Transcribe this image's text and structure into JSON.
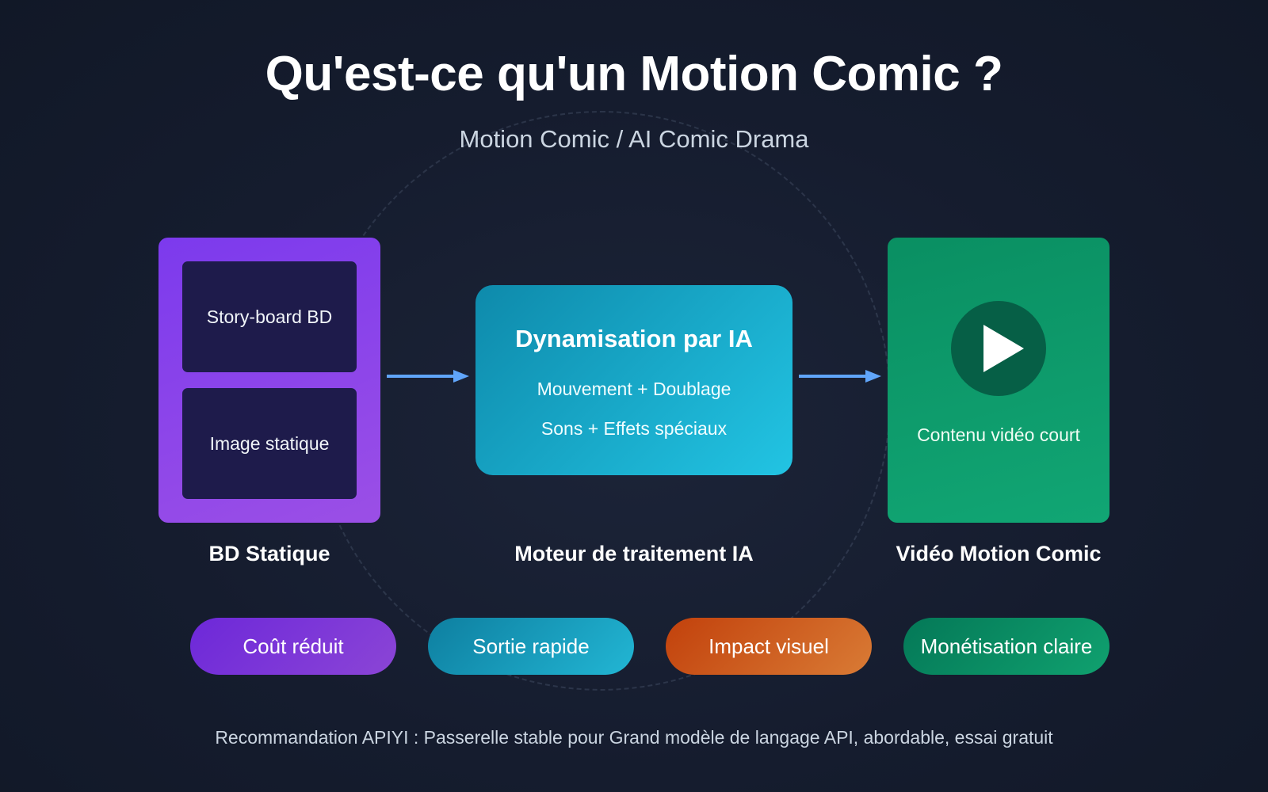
{
  "title": "Qu'est-ce qu'un Motion Comic ?",
  "subtitle": "Motion Comic / AI Comic Drama",
  "static_comic": {
    "panels": [
      "Story-board BD",
      "Image statique"
    ],
    "label": "BD Statique"
  },
  "ai_engine": {
    "title": "Dynamisation par IA",
    "lines": [
      "Mouvement + Doublage",
      "Sons + Effets spéciaux"
    ],
    "label": "Moteur de traitement IA"
  },
  "motion_video": {
    "caption": "Contenu vidéo court",
    "label": "Vidéo Motion Comic",
    "icon": "play-icon"
  },
  "benefits": [
    "Coût réduit",
    "Sortie rapide",
    "Impact visuel",
    "Monétisation claire"
  ],
  "footer": "Recommandation APIYI : Passerelle stable pour Grand modèle de langage API, abordable, essai gratuit",
  "colors": {
    "background": "#151c2e",
    "purple": "#7c3aed",
    "cyan": "#22c4e3",
    "green": "#11a674",
    "orange": "#c2410c",
    "arrow": "#60a5fa"
  }
}
